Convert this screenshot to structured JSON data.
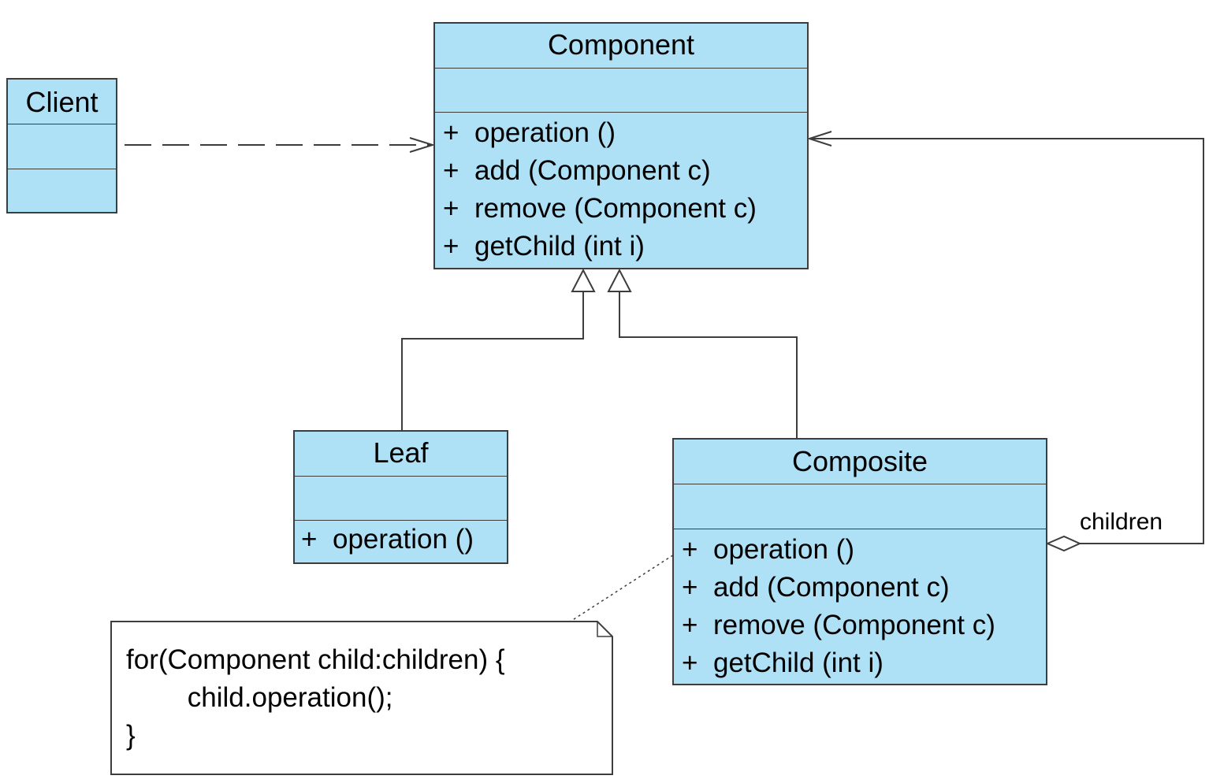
{
  "classes": {
    "client": {
      "name": "Client"
    },
    "component": {
      "name": "Component",
      "operations": [
        {
          "visibility": "+",
          "signature": "operation ()"
        },
        {
          "visibility": "+",
          "signature": "add (Component c)"
        },
        {
          "visibility": "+",
          "signature": "remove (Component c)"
        },
        {
          "visibility": "+",
          "signature": "getChild (int i)"
        }
      ]
    },
    "leaf": {
      "name": "Leaf",
      "operations": [
        {
          "visibility": "+",
          "signature": "operation ()"
        }
      ]
    },
    "composite": {
      "name": "Composite",
      "operations": [
        {
          "visibility": "+",
          "signature": "operation ()"
        },
        {
          "visibility": "+",
          "signature": "add (Component c)"
        },
        {
          "visibility": "+",
          "signature": "remove (Component c)"
        },
        {
          "visibility": "+",
          "signature": "getChild (int i)"
        }
      ]
    }
  },
  "note": {
    "line1": "for(Component child:children) {",
    "line2": "        child.operation();",
    "line3": "}"
  },
  "associations": {
    "aggregation_role": "children"
  },
  "colors": {
    "class_fill": "#aee0f6",
    "class_border": "#3d3d3d",
    "line": "#3d3d3d"
  }
}
